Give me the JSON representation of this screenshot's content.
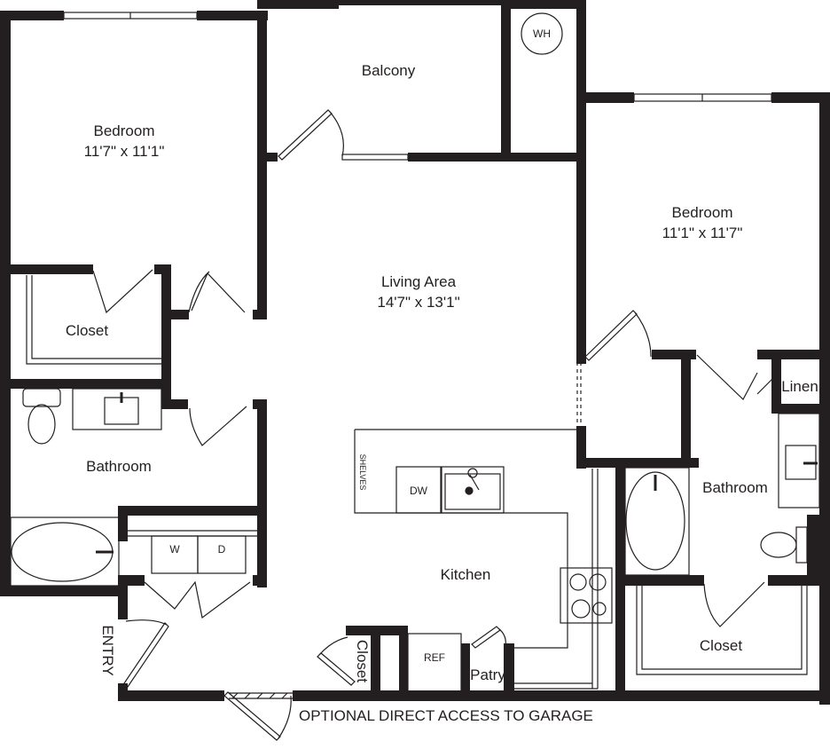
{
  "rooms": {
    "bedroom_left": {
      "name": "Bedroom",
      "size": "11'7\" x 11'1\""
    },
    "balcony": {
      "name": "Balcony"
    },
    "water_heater": {
      "label": "WH"
    },
    "bedroom_right": {
      "name": "Bedroom",
      "size": "11'1\" x 11'7\""
    },
    "living_area": {
      "name": "Living Area",
      "size": "14'7\" x 13'1\""
    },
    "closet_left": {
      "name": "Closet"
    },
    "bathroom_left": {
      "name": "Bathroom"
    },
    "linen": {
      "name": "Linen"
    },
    "bathroom_right": {
      "name": "Bathroom"
    },
    "kitchen": {
      "name": "Kitchen"
    },
    "closet_right": {
      "name": "Closet"
    },
    "closet_entry": {
      "name": "Closet"
    },
    "pantry": {
      "name": "Patry"
    },
    "entry": {
      "name": "ENTRY"
    }
  },
  "fixtures": {
    "shelves": "SHELVES",
    "dishwasher": "DW",
    "washer": "W",
    "dryer": "D",
    "refrigerator": "REF"
  },
  "notes": {
    "garage_access": "OPTIONAL DIRECT ACCESS TO GARAGE"
  }
}
